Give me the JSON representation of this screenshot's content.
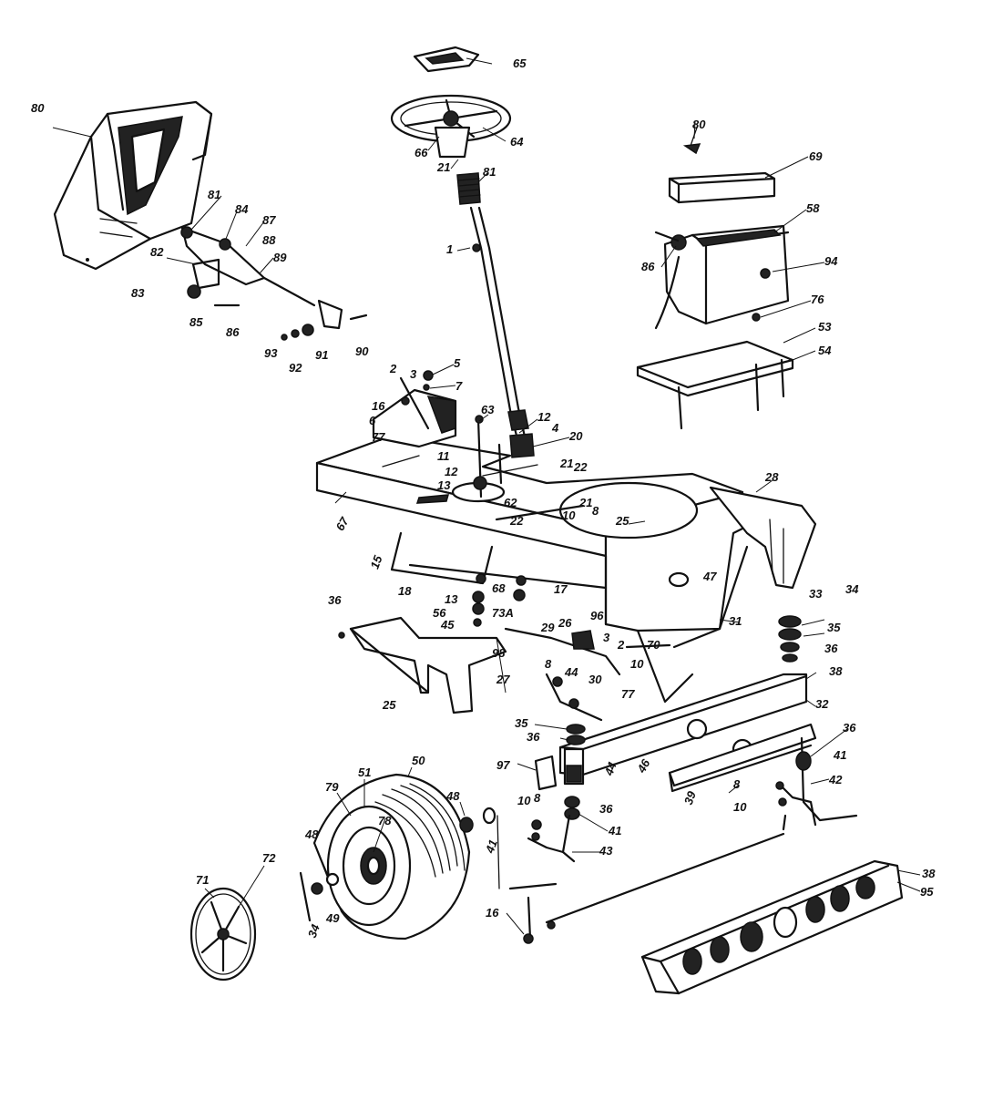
{
  "callouts": {
    "c80a": "80",
    "c81a": "81",
    "c84": "84",
    "c87": "87",
    "c88": "88",
    "c89": "89",
    "c82": "82",
    "c83": "83",
    "c85": "85",
    "c86": "86",
    "c93": "93",
    "c92": "92",
    "c91": "91",
    "c90a": "90",
    "c65": "65",
    "c64": "64",
    "c66": "66",
    "c21a": "21",
    "c81b": "81",
    "c1": "1",
    "c80b": "80",
    "c69": "69",
    "c58": "58",
    "c86b": "86",
    "c94": "94",
    "c76": "76",
    "c53": "53",
    "c54": "54",
    "c2a": "2",
    "c3a": "3",
    "c5a": "5",
    "c7a": "7",
    "c16a": "16",
    "c6a": "6",
    "c77a": "77",
    "c63": "63",
    "c12a": "12",
    "c4a": "4",
    "c20": "20",
    "c11": "11",
    "c12b": "12",
    "c21b": "21",
    "c22a": "22",
    "c13a": "13",
    "c62": "62",
    "c67": "67",
    "c28": "28",
    "c21c": "21",
    "c22b": "22",
    "c10a": "10",
    "c8a": "8",
    "c25a": "25",
    "c15": "15",
    "c18": "18",
    "c47": "47",
    "c31": "31",
    "c36a": "36",
    "c13b": "13",
    "c56": "56",
    "c45a": "45",
    "c68": "68",
    "c73a": "73A",
    "c17": "17",
    "c29": "29",
    "c26": "26",
    "c98": "98",
    "c96": "96",
    "c70": "70",
    "c27": "27",
    "c25b": "25",
    "c33": "33",
    "c34a": "34",
    "c35a": "35",
    "c36b": "36",
    "c38a": "38",
    "c3b": "3",
    "c2b": "2",
    "c8b": "8",
    "c44a": "44",
    "c30": "30",
    "c10b": "10",
    "c77b": "77",
    "c32": "32",
    "c35b": "35",
    "c36c": "36",
    "c36d": "36",
    "c41a": "41",
    "c97": "97",
    "c44b": "44",
    "c46": "46",
    "c39": "39",
    "c42": "42",
    "c8c": "8",
    "c10c": "10",
    "c36e": "36",
    "c41b": "41",
    "c43": "43",
    "c10d": "10",
    "c8d": "8",
    "c50": "50",
    "c51": "51",
    "c79": "79",
    "c78": "78",
    "c48a": "48",
    "c41c": "41",
    "c48b": "48",
    "c49": "49",
    "c34b": "34",
    "c71": "71",
    "c72": "72",
    "c16b": "16",
    "c38b": "38",
    "c95": "95"
  }
}
